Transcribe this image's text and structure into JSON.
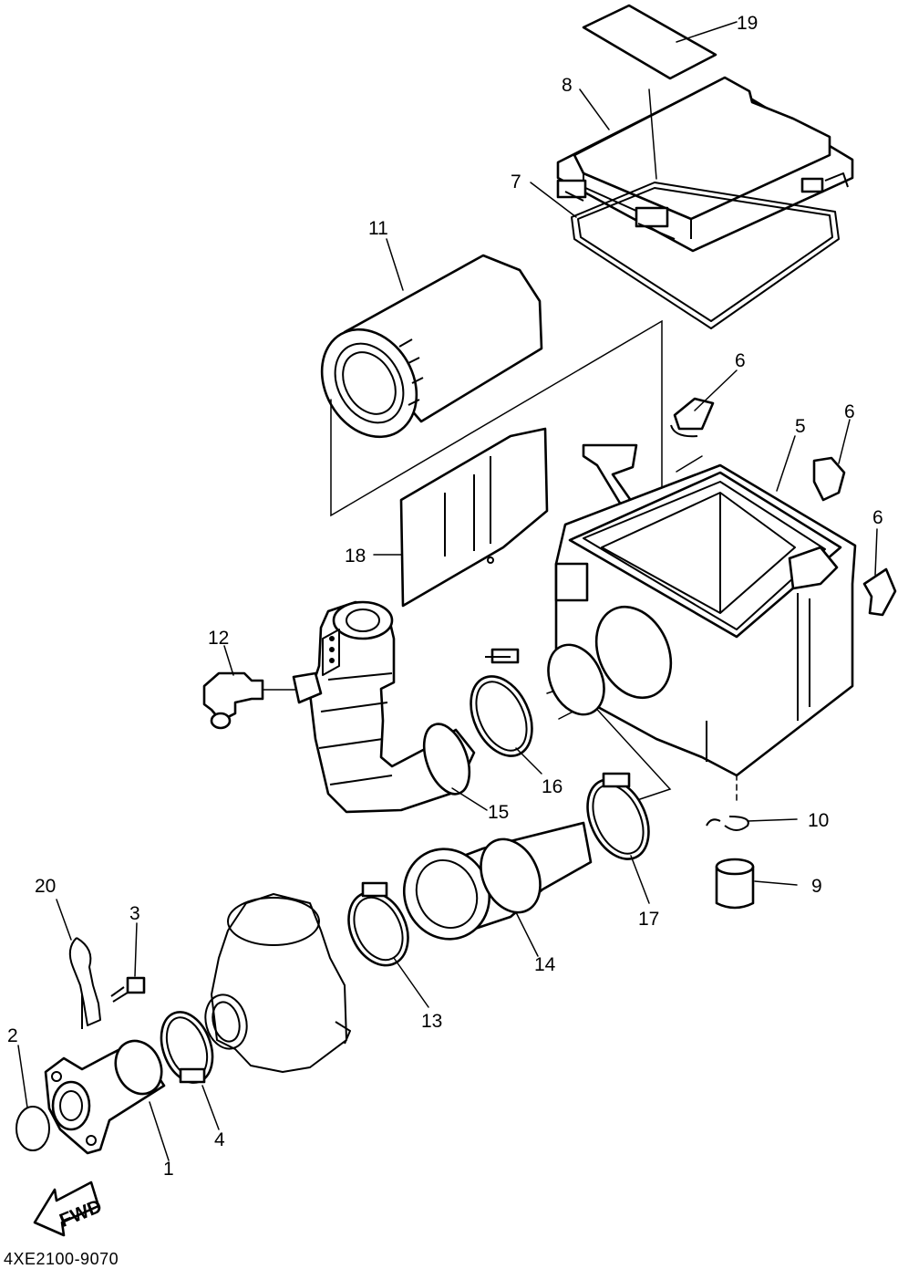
{
  "diagram_code": "4XE2100-9070",
  "fwd_label": "FWD",
  "parts": [
    {
      "num": "1"
    },
    {
      "num": "2"
    },
    {
      "num": "3"
    },
    {
      "num": "4"
    },
    {
      "num": "5"
    },
    {
      "num": "6"
    },
    {
      "num": "6"
    },
    {
      "num": "6"
    },
    {
      "num": "7"
    },
    {
      "num": "8"
    },
    {
      "num": "9"
    },
    {
      "num": "10"
    },
    {
      "num": "11"
    },
    {
      "num": "12"
    },
    {
      "num": "13"
    },
    {
      "num": "14"
    },
    {
      "num": "15"
    },
    {
      "num": "16"
    },
    {
      "num": "17"
    },
    {
      "num": "18"
    },
    {
      "num": "19"
    },
    {
      "num": "20"
    }
  ]
}
